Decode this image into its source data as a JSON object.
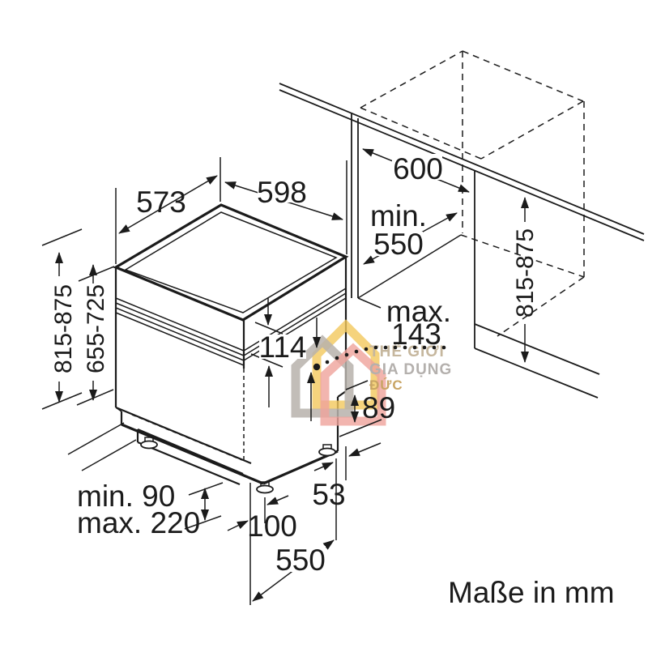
{
  "diagram": {
    "caption": "Maße in mm",
    "labels": {
      "topDepth": "573",
      "topWidth": "598",
      "nicheWidth": "600",
      "nicheDepthA": "min.",
      "nicheDepthB": "550",
      "clearanceA": "max.",
      "clearanceB": "143",
      "nicheHeight": "815-875",
      "applianceHeight": "815-875",
      "panelHeight": "655-725",
      "controlPanel": "114",
      "kick": "89",
      "footBack": "53",
      "footFront": "100",
      "footDepth": "550",
      "plinthMin": "min. 90",
      "plinthMax": "max. 220"
    },
    "watermark": {
      "line1": "THẾ GIỚI",
      "line2": "GIA DỤNG",
      "line3": "ĐỨC"
    },
    "colors": {
      "line": "#1b1b1b",
      "watermarkYellow": "#f3c85c",
      "watermarkGray": "#b7b2ac",
      "watermarkRed": "#efa29b",
      "watermarkTextTan": "#c6b79e",
      "watermarkTextGray": "#b4b0ad",
      "watermarkTextGold": "#c8a463"
    }
  }
}
